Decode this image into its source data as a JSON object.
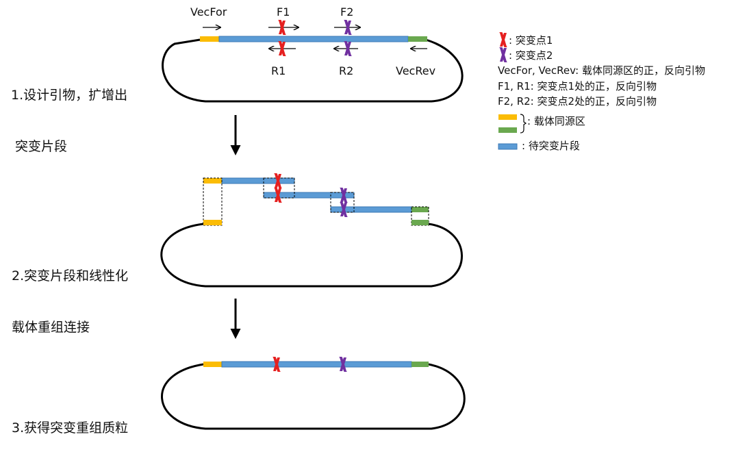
{
  "steps": [
    {
      "label_line1": "1.设计引物，扩增出",
      "label_line2": " 突变片段"
    },
    {
      "label_line1": "2.突变片段和线性化",
      "label_line2": "载体重组连接"
    },
    {
      "label_line1": "3.获得突变重组质粒",
      "label_line2": ""
    }
  ],
  "primers": {
    "vecfor": "VecFor",
    "f1": "F1",
    "f2": "F2",
    "r1": "R1",
    "r2": "R2",
    "vecrev": "VecRev"
  },
  "legend": {
    "mut1": ": 突变点1",
    "mut2": ": 突变点2",
    "vec_primers": "VecFor, VecRev:  载体同源区的正，反向引物",
    "f1r1": "F1, R1: 突变点1处的正，反向引物",
    "f2r2": "F2, R2: 突变点2处的正，反向引物",
    "homology": ": 载体同源区",
    "fragment": "  : 待突变片段"
  },
  "colors": {
    "yellow": "#FBBC05",
    "green": "#6AA84F",
    "blue": "#5B9BD5",
    "blue_stroke": "#3D78B5",
    "red": "#E52020",
    "purple": "#7030A0",
    "line": "#000000"
  }
}
